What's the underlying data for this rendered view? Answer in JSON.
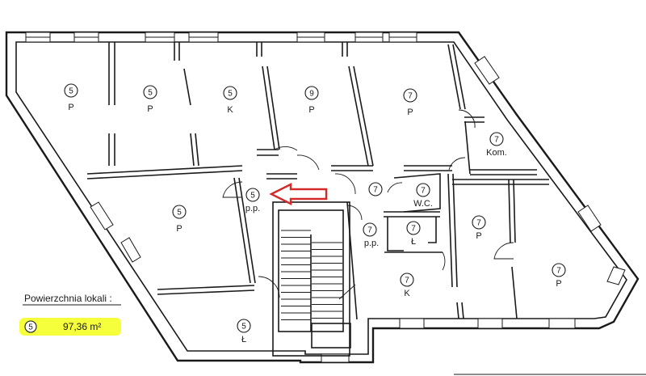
{
  "rooms": [
    {
      "num": "5",
      "label": "P"
    },
    {
      "num": "5",
      "label": "P"
    },
    {
      "num": "5",
      "label": "K"
    },
    {
      "num": "9",
      "label": "P"
    },
    {
      "num": "7",
      "label": "P"
    },
    {
      "num": "7",
      "label": "Kom."
    },
    {
      "num": "5",
      "label": "P"
    },
    {
      "num": "5",
      "label": "p.p."
    },
    {
      "num": "7",
      "label": ""
    },
    {
      "num": "7",
      "label": "W.C."
    },
    {
      "num": "7",
      "label": "p.p."
    },
    {
      "num": "7",
      "label": "Ł"
    },
    {
      "num": "7",
      "label": "P"
    },
    {
      "num": "7",
      "label": "P"
    },
    {
      "num": "7",
      "label": "K"
    },
    {
      "num": "5",
      "label": "Ł"
    }
  ],
  "legend": {
    "title": "Powierzchnia lokali :",
    "entries": [
      {
        "num": "5",
        "area": "97,36 m²"
      }
    ],
    "highlight_color": "#f5ff3c"
  },
  "colors": {
    "walls": "#1a1a1a",
    "arrow": "#d42a2a",
    "background": "#ffffff"
  }
}
